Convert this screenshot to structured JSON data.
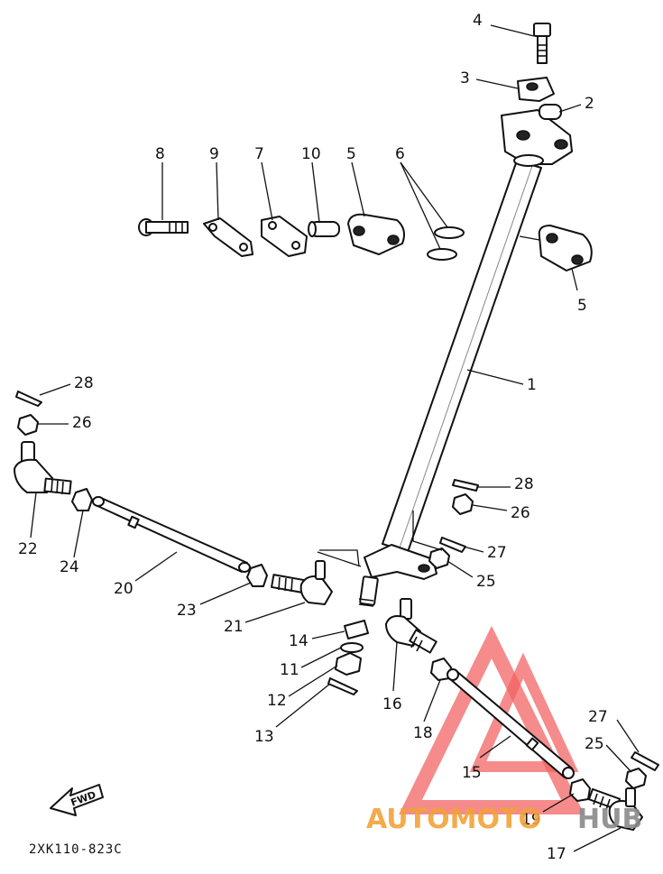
{
  "diagram": {
    "callouts": {
      "n1": "1",
      "n2": "2",
      "n3": "3",
      "n4": "4",
      "n5a": "5",
      "n5b": "5",
      "n6": "6",
      "n7": "7",
      "n8": "8",
      "n9": "9",
      "n10": "10",
      "n11": "11",
      "n12": "12",
      "n13": "13",
      "n14": "14",
      "n15": "15",
      "n16": "16",
      "n17": "17",
      "n18": "18",
      "n19": "19",
      "n20": "20",
      "n21": "21",
      "n22": "22",
      "n23": "23",
      "n24": "24",
      "n25a": "25",
      "n25b": "25",
      "n26a": "26",
      "n26b": "26",
      "n27a": "27",
      "n27b": "27",
      "n28a": "28",
      "n28b": "28"
    },
    "direction_label": "FWD",
    "drawing_code": "2XK110-823C"
  },
  "watermark": {
    "text_main": "AUTOMOTO",
    "text_tail": "HUB",
    "colors": {
      "main": "#f2a23a",
      "tail": "#8a8a8a",
      "triangle": "#f04a4a"
    }
  }
}
